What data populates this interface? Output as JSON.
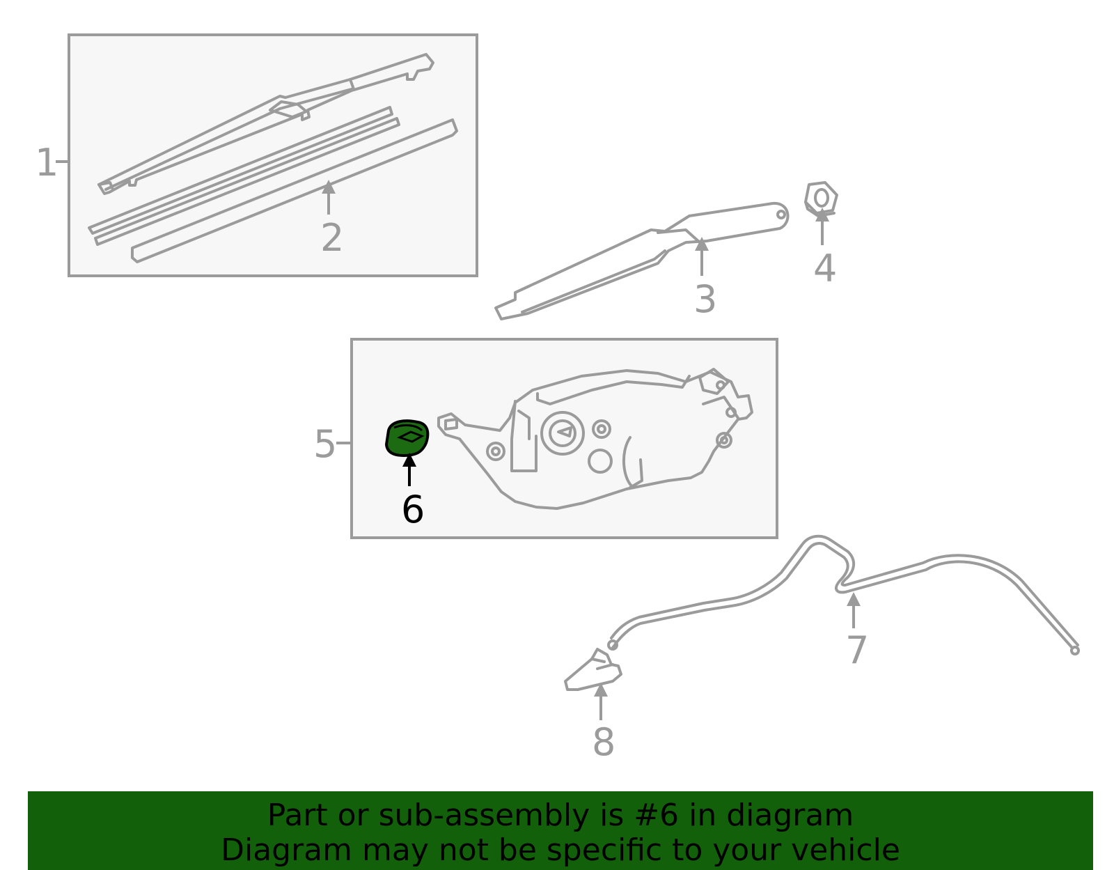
{
  "callouts": {
    "c1": "1",
    "c2": "2",
    "c3": "3",
    "c4": "4",
    "c5": "5",
    "c6": "6",
    "c7": "7",
    "c8": "8"
  },
  "highlight": {
    "part": "6",
    "fill_color": "#1c6a12",
    "text_color": "#000000"
  },
  "colors": {
    "line": "#9b9b9b",
    "box_fill": "#f7f7f7",
    "banner_bg": "#126009"
  },
  "banner": {
    "line1": "Part or sub-assembly is #6 in diagram",
    "line2": "Diagram may not be specific to your vehicle"
  }
}
